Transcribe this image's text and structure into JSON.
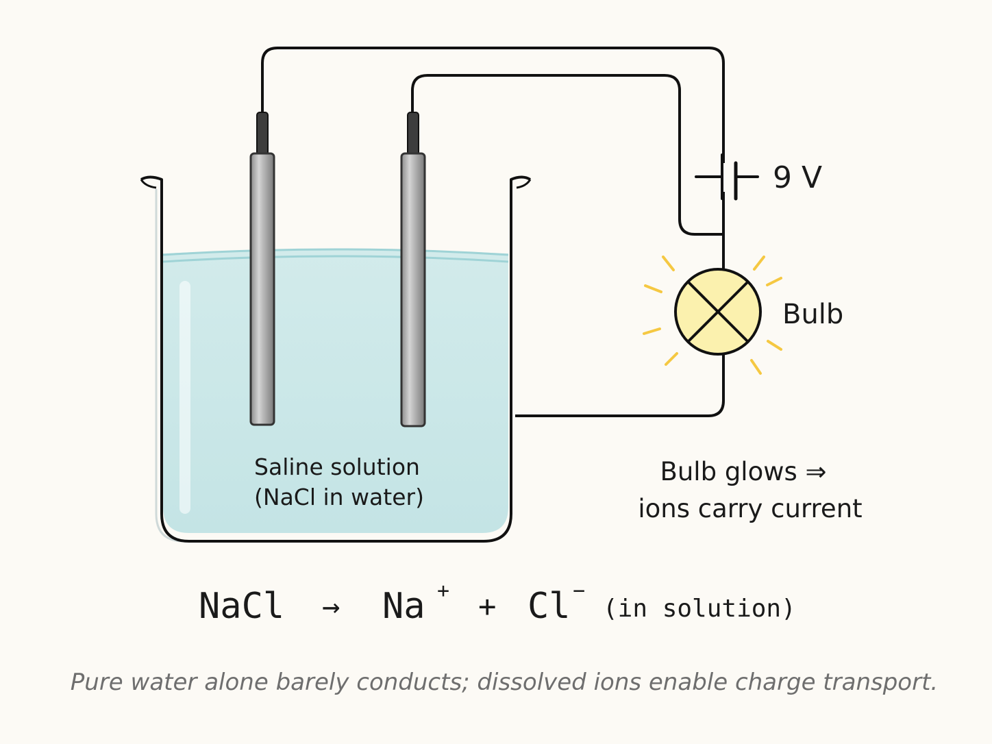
{
  "battery": {
    "voltage_label": "9 V"
  },
  "bulb": {
    "label": "Bulb"
  },
  "solution": {
    "line1": "Saline solution",
    "line2": "(NaCl in water)"
  },
  "note": {
    "line1": "Bulb glows ⇒",
    "line2": "ions carry current"
  },
  "equation": {
    "reactant": "NaCl",
    "arrow": "→",
    "cation": "Na",
    "cation_charge": "+",
    "plus": "+",
    "anion": "Cl",
    "anion_charge": "−",
    "condition": "(in solution)"
  },
  "caption": "Pure water alone barely conducts; dissolved ions enable charge transport.",
  "colors": {
    "background": "#fcfaf5",
    "solution": "#d4ecec",
    "bulb_fill": "#fbf1ae",
    "rays": "#f5c842",
    "electrode": "#a9a9a9",
    "wire": "#111111"
  }
}
